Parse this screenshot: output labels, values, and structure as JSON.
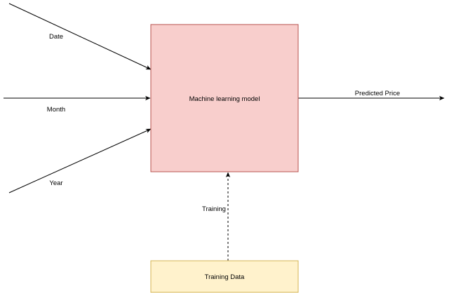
{
  "diagram": {
    "nodes": {
      "model": {
        "label": "Machine learning model",
        "fill": "#f8cecc",
        "stroke": "#b85450"
      },
      "training_data": {
        "label": "Training Data",
        "fill": "#fff2cc",
        "stroke": "#d6b656"
      }
    },
    "edges": {
      "date": {
        "label": "Date"
      },
      "month": {
        "label": "Month"
      },
      "year": {
        "label": "Year"
      },
      "output": {
        "label": "Predicted Price"
      },
      "training": {
        "label": "Training",
        "style": "dashed"
      }
    }
  }
}
